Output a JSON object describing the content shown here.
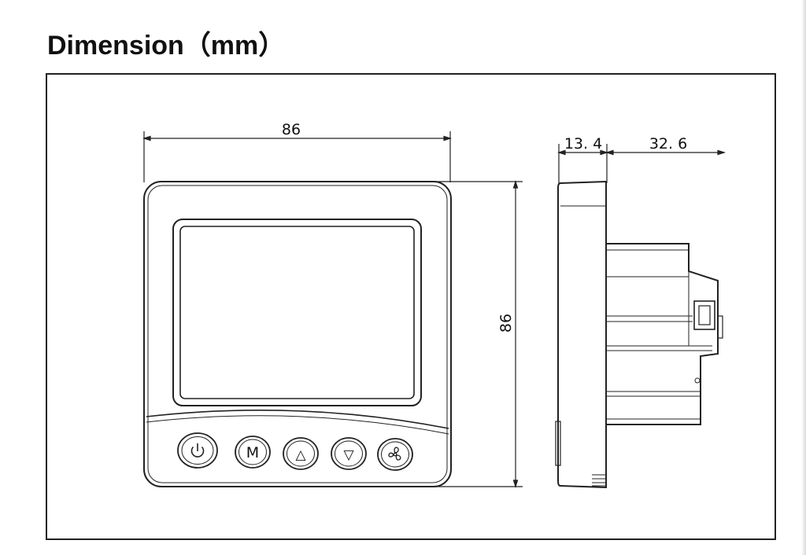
{
  "title": "Dimension（mm）",
  "dimensions": {
    "front_width": "86",
    "front_height": "86",
    "side_front_depth": "13. 4",
    "side_back_depth": "32. 6"
  },
  "buttons": [
    {
      "name": "power",
      "icon": "power-icon"
    },
    {
      "name": "mode",
      "icon": "letter-m-icon",
      "glyph": "M"
    },
    {
      "name": "up",
      "icon": "triangle-up-icon",
      "glyph": "△"
    },
    {
      "name": "down",
      "icon": "triangle-down-icon",
      "glyph": "▽"
    },
    {
      "name": "fan",
      "icon": "fan-icon"
    }
  ],
  "colors": {
    "line": "#222222",
    "background": "#ffffff"
  }
}
